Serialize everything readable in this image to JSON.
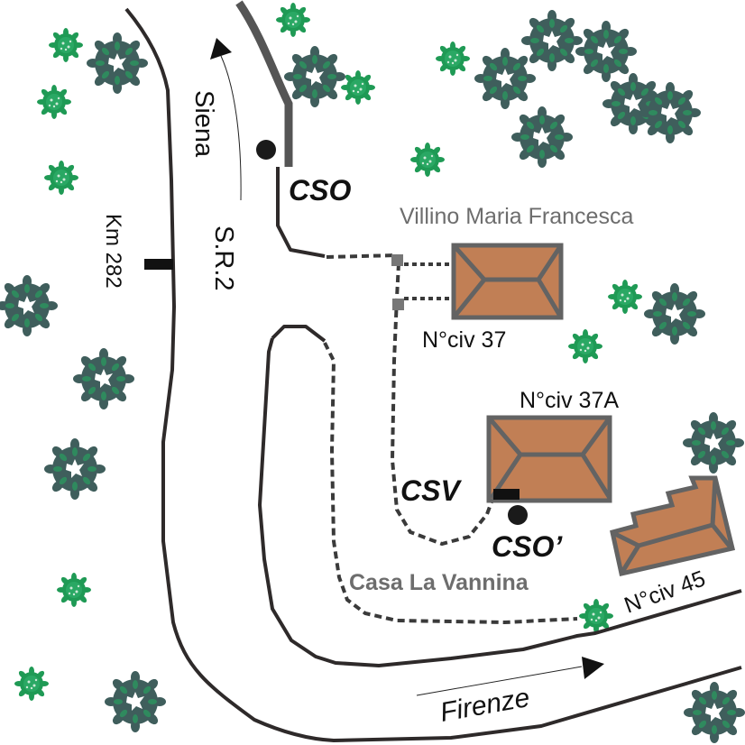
{
  "map": {
    "road_name": "S.R.2",
    "km_marker": "Km 282",
    "direction_north": "Siena",
    "direction_east": "Firenze",
    "labels": {
      "cso": "CSO",
      "csv": "CSV",
      "cso_prime": "CSO’"
    },
    "places": [
      {
        "name": "Villino Maria Francesca",
        "civic": "N°civ 37"
      },
      {
        "name": "",
        "civic": "N°civ 37A"
      },
      {
        "name": "Casa La Vannina",
        "civic": ""
      },
      {
        "name": "",
        "civic": "N°civ 45"
      }
    ],
    "colors": {
      "road": "#2e2a2a",
      "roof": "#c17f55",
      "roof_outline": "#636363",
      "label_gray": "#6d6d6d",
      "tree_light": "#1f9a55",
      "tree_dark": "#3f5e5c",
      "tree_dark_inner": "#2f8a5e",
      "gate": "#777777"
    }
  }
}
